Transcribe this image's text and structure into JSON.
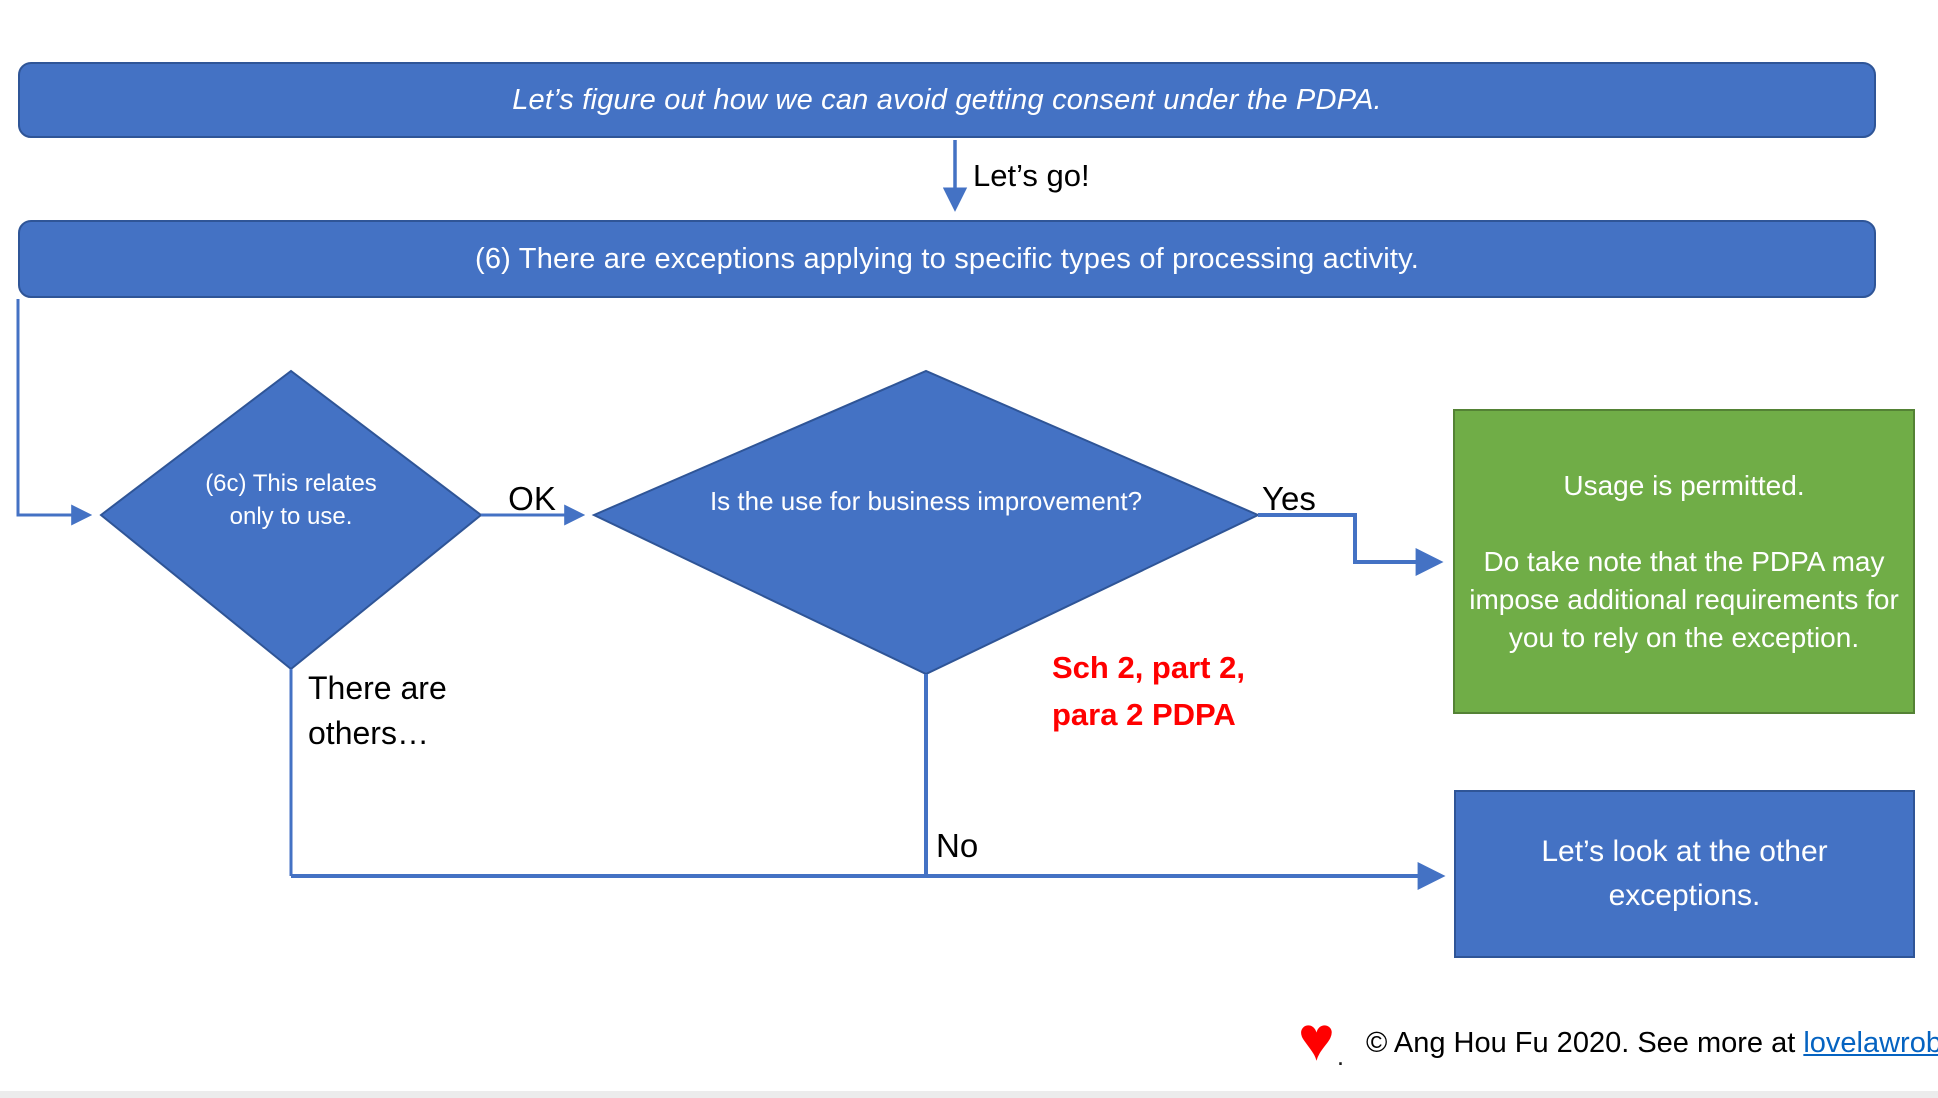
{
  "colors": {
    "shape_blue": "#4472C4",
    "shape_blue_border": "#2F5597",
    "green": "#70AD47",
    "green_border": "#548235",
    "reference_red": "#FF0000",
    "link_blue": "#0563C1"
  },
  "banner_top": {
    "text": "Let’s figure out how we can avoid getting consent under the PDPA."
  },
  "banner_exceptions": {
    "text": "(6) There are exceptions applying to specific types of processing activity."
  },
  "labels": {
    "lets_go": "Let’s go!",
    "ok": "OK",
    "yes": "Yes",
    "no": "No",
    "there_are_others": "There are others…"
  },
  "diamond_6c": {
    "text": "(6c) This relates only to use."
  },
  "diamond_business": {
    "text": "Is the use for business improvement?"
  },
  "reference_note": {
    "line1": "Sch 2, part 2,",
    "line2": "para 2 PDPA"
  },
  "green_box": {
    "line1": "Usage is permitted.",
    "line2": "Do take note that the PDPA may impose additional requirements for you to rely on the exception."
  },
  "other_exceptions_box": {
    "text": "Let’s look at the other exceptions."
  },
  "footer": {
    "heart": "♥",
    "period": ".",
    "prefix": "© Ang Hou Fu 2020. See more at ",
    "link": "lovelawrobots.com"
  }
}
